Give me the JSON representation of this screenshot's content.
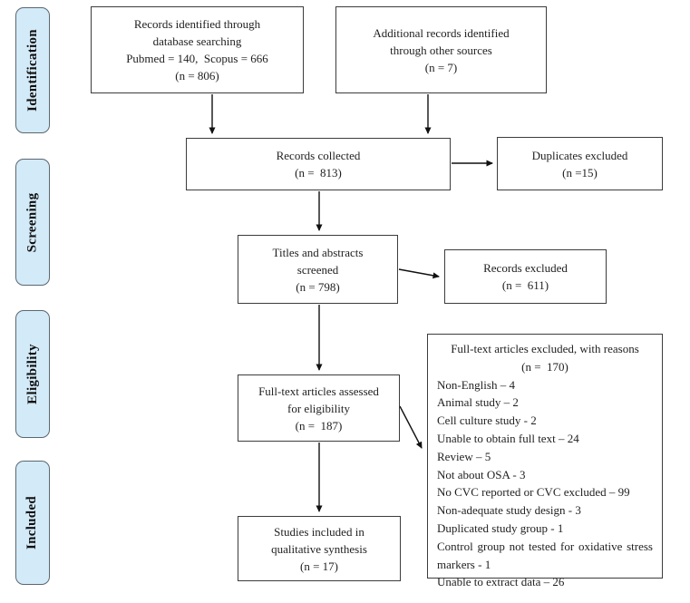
{
  "diagram_title": "PRISMA study selection flow diagram",
  "colors": {
    "stage_fill": "#d3eaf8",
    "stage_border": "#5b6770",
    "box_border": "#3c3c3c",
    "arrow": "#111111",
    "background": "#ffffff"
  },
  "stages": [
    {
      "label": "Identification"
    },
    {
      "label": "Screening"
    },
    {
      "label": "Eligibility"
    },
    {
      "label": "Included"
    }
  ],
  "boxes": {
    "identified": {
      "lines": [
        "Records identified through",
        "database searching",
        "Pubmed = 140,  Scopus = 666",
        "(n = 806)"
      ]
    },
    "additional": {
      "lines": [
        "Additional records identified",
        "through other sources",
        "(n = 7)"
      ]
    },
    "collected": {
      "lines": [
        "Records collected",
        "(n =  813)"
      ]
    },
    "duplicates": {
      "lines": [
        "Duplicates excluded",
        "(n =15)"
      ]
    },
    "screened": {
      "lines": [
        "Titles and abstracts",
        "screened",
        "(n = 798)"
      ]
    },
    "records_excluded": {
      "lines": [
        "Records excluded",
        "(n =  611)"
      ]
    },
    "fulltext_assessed": {
      "lines": [
        "Full-text articles assessed",
        "for eligibility",
        "(n =  187)"
      ]
    },
    "fulltext_excluded": {
      "heading_line1": "Full-text articles excluded, with reasons",
      "heading_line2": "(n =  170)",
      "reasons": [
        "Non-English – 4",
        "Animal study – 2",
        "Cell culture study - 2",
        "Unable to obtain full text – 24",
        "Review – 5",
        "Not about OSA - 3",
        "No CVC reported or CVC excluded – 99",
        "Non-adequate study design - 3",
        "Duplicated study group - 1",
        "Control group not tested for oxidative stress markers - 1",
        "Unable to extract data – 26"
      ]
    },
    "included_studies": {
      "lines": [
        "Studies included in",
        "qualitative synthesis",
        "(n = 17)"
      ]
    }
  }
}
